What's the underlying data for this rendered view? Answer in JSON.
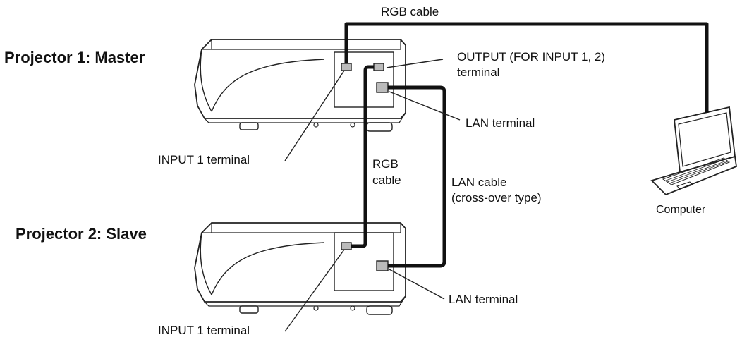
{
  "labels": {
    "rgb_cable_top": "RGB cable",
    "projector1": "Projector 1: Master",
    "projector2": "Projector 2: Slave",
    "output_terminal_line1": "OUTPUT (FOR INPUT 1, 2)",
    "output_terminal_line2": "terminal",
    "lan_terminal_1": "LAN terminal",
    "input1_terminal_1": "INPUT 1 terminal",
    "rgb_cable_mid_line1": "RGB",
    "rgb_cable_mid_line2": "cable",
    "lan_cable_line1": "LAN cable",
    "lan_cable_line2": "(cross-over type)",
    "computer": "Computer",
    "lan_terminal_2": "LAN terminal",
    "input1_terminal_2": "INPUT 1 terminal"
  }
}
